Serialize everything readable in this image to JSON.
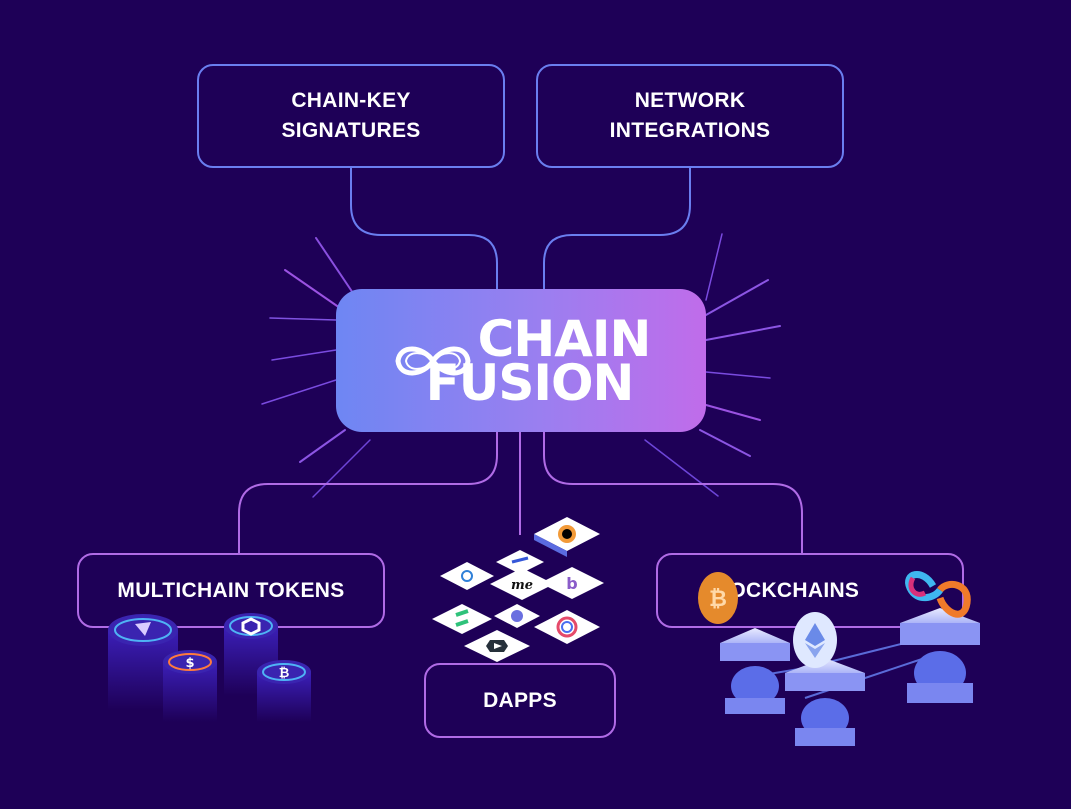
{
  "diagram": {
    "title": {
      "line1": "CHAIN",
      "line2": "FUSION",
      "logo_icon": "infinity-icon"
    },
    "nodes": [
      {
        "id": "chain_key",
        "label_line1": "CHAIN-KEY",
        "label_line2": "SIGNATURES",
        "position": "top-left"
      },
      {
        "id": "network",
        "label_line1": "NETWORK",
        "label_line2": "INTEGRATIONS",
        "position": "top-right"
      },
      {
        "id": "tokens",
        "label_line1": "MULTICHAIN TOKENS",
        "label_line2": "",
        "position": "bottom-left",
        "icons": [
          "ethereum-token-icon",
          "usdc-token-icon",
          "chainlink-token-icon",
          "bitcoin-token-icon"
        ]
      },
      {
        "id": "dapps",
        "label_line1": "DAPPS",
        "label_line2": "",
        "position": "bottom-center",
        "icons": [
          "orange-eye-app-icon",
          "blue-ring-app-icon",
          "me-app-icon",
          "b-app-icon",
          "green-slash-app-icon",
          "infinity-app-icon",
          "spiral-app-icon",
          "play-shield-app-icon",
          "stripe-app-icon"
        ]
      },
      {
        "id": "blockchains",
        "label_line1": "BLOCKCHAINS",
        "label_line2": "",
        "position": "bottom-right",
        "icons": [
          "bitcoin-coin-icon",
          "ethereum-coin-icon",
          "internet-computer-logo-icon"
        ]
      }
    ],
    "colors": {
      "background": "#1e0057",
      "top_connector": "#6a7ef0",
      "bottom_connector": "#b06be6",
      "gradient_start": "#6e86f3",
      "gradient_end": "#c06cea"
    }
  }
}
